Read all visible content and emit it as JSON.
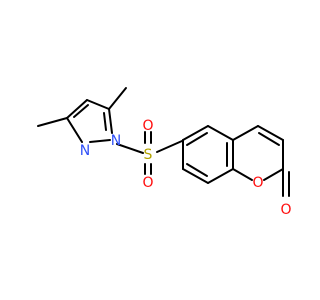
{
  "molecule": {
    "colors": {
      "bond": "#000000",
      "N": "#3050f8",
      "O": "#ff0d0d",
      "S": "#b2a300",
      "C": "#000000"
    },
    "atoms": {
      "n_pyrazole_2": "N",
      "n_pyrazole_1": "N",
      "s_sulfonyl": "S",
      "o_sulfonyl_upper": "O",
      "o_sulfonyl_lower": "O",
      "o_ring": "O",
      "o_carbonyl": "O"
    }
  }
}
